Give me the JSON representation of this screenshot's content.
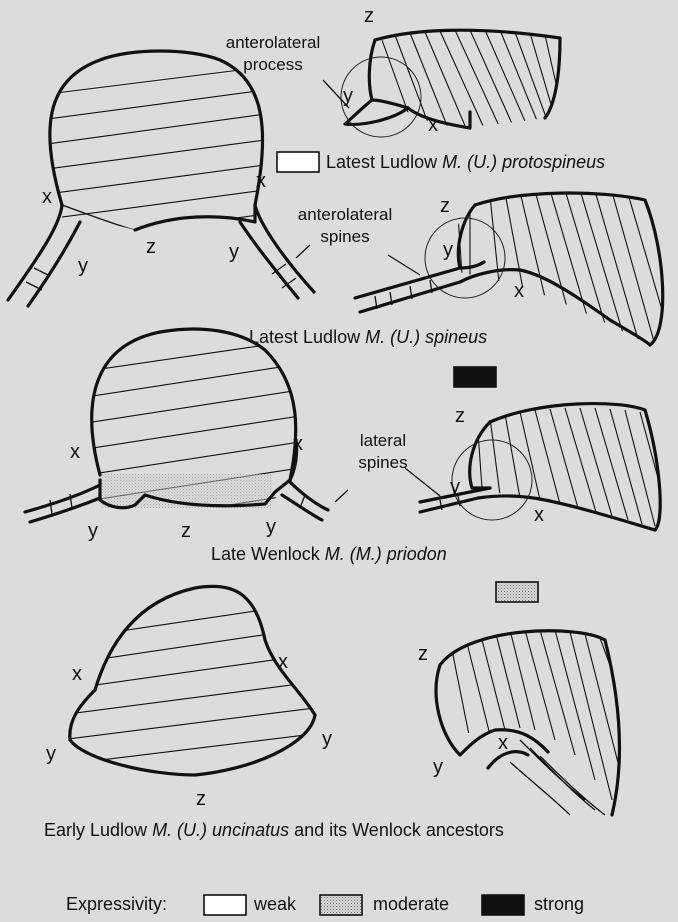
{
  "annotations": {
    "anterolateral_process": [
      "anterolateral",
      "process"
    ],
    "anterolateral_spines": [
      "anterolateral",
      "spines"
    ],
    "lateral_spines": [
      "lateral",
      "spines"
    ]
  },
  "captions": {
    "protospineus": {
      "prefix": "Latest Ludlow ",
      "taxon": "M. (U.) protospineus"
    },
    "spineus": {
      "prefix": "Latest Ludlow ",
      "taxon": "M. (U.) spineus"
    },
    "priodon": {
      "prefix": "Late Wenlock ",
      "taxon": "M. (M.) priodon"
    },
    "uncinatus": {
      "prefix": "Early Ludlow ",
      "taxon": "M. (U.) uncinatus",
      "suffix": " and its Wenlock ancestors"
    }
  },
  "point_labels": {
    "x": "x",
    "y": "y",
    "z": "z"
  },
  "legend": {
    "title": "Expressivity:",
    "items": [
      {
        "label": "weak",
        "swatch": "#ffffff"
      },
      {
        "label": "moderate",
        "swatch": "#b8b8b8"
      },
      {
        "label": "strong",
        "swatch": "#111111"
      }
    ]
  }
}
